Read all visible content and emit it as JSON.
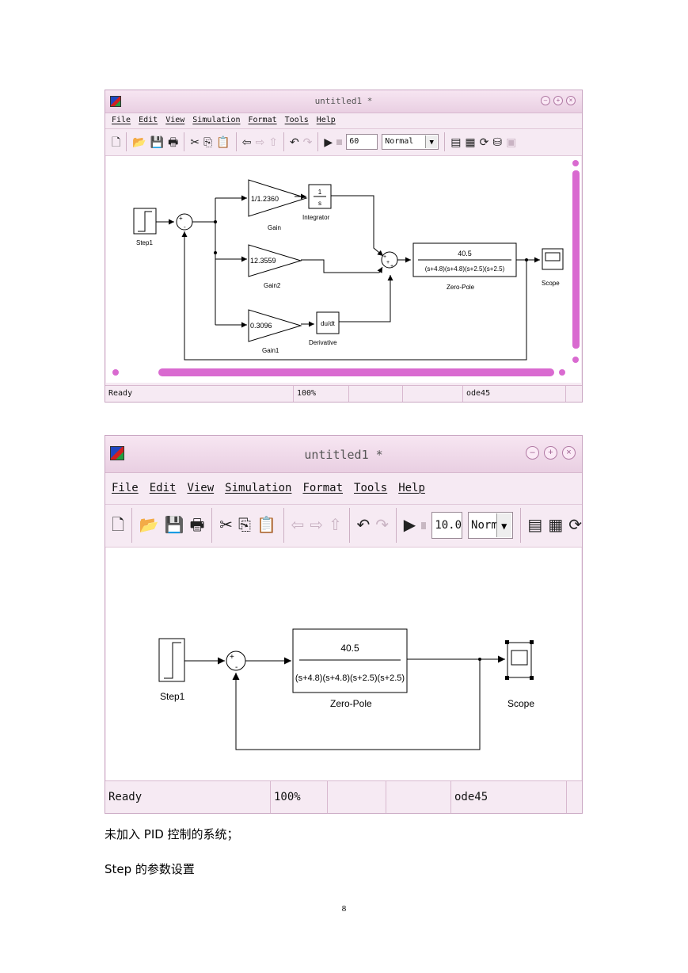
{
  "window1": {
    "title": "untitled1 *",
    "menu": [
      "File",
      "Edit",
      "View",
      "Simulation",
      "Format",
      "Tools",
      "Help"
    ],
    "stop_time": "60",
    "sim_mode": "Normal",
    "blocks": {
      "step": "Step1",
      "sum1_signs": [
        "+",
        "-"
      ],
      "gain": {
        "value": "1/1.2360",
        "name": "Gain"
      },
      "gain2": {
        "value": "12.3559",
        "name": "Gain2"
      },
      "gain1": {
        "value": "0.3096",
        "name": "Gain1"
      },
      "integrator": {
        "num": "1",
        "den": "s",
        "name": "Integrator"
      },
      "derivative": {
        "value": "du/dt",
        "name": "Derivative"
      },
      "sum2_signs": [
        "+",
        "+",
        "+"
      ],
      "zero_pole": {
        "num": "40.5",
        "den": "(s+4.8)(s+4.8)(s+2.5)(s+2.5)",
        "name": "Zero-Pole"
      },
      "scope": "Scope"
    },
    "status": {
      "ready": "Ready",
      "zoom": "100%",
      "solver": "ode45"
    }
  },
  "window2": {
    "title": "untitled1 *",
    "menu": [
      "File",
      "Edit",
      "View",
      "Simulation",
      "Format",
      "Tools",
      "Help"
    ],
    "stop_time": "10.0",
    "sim_mode": "Normal",
    "blocks": {
      "step": "Step1",
      "sum_signs": [
        "+",
        "-"
      ],
      "zero_pole": {
        "num": "40.5",
        "den": "(s+4.8)(s+4.8)(s+2.5)(s+2.5)",
        "name": "Zero-Pole"
      },
      "scope": "Scope"
    },
    "status": {
      "ready": "Ready",
      "zoom": "100%",
      "solver": "ode45"
    }
  },
  "caption1": "未加入 PID 控制的系统；",
  "caption2": "Step 的参数设置",
  "page_number": "8"
}
